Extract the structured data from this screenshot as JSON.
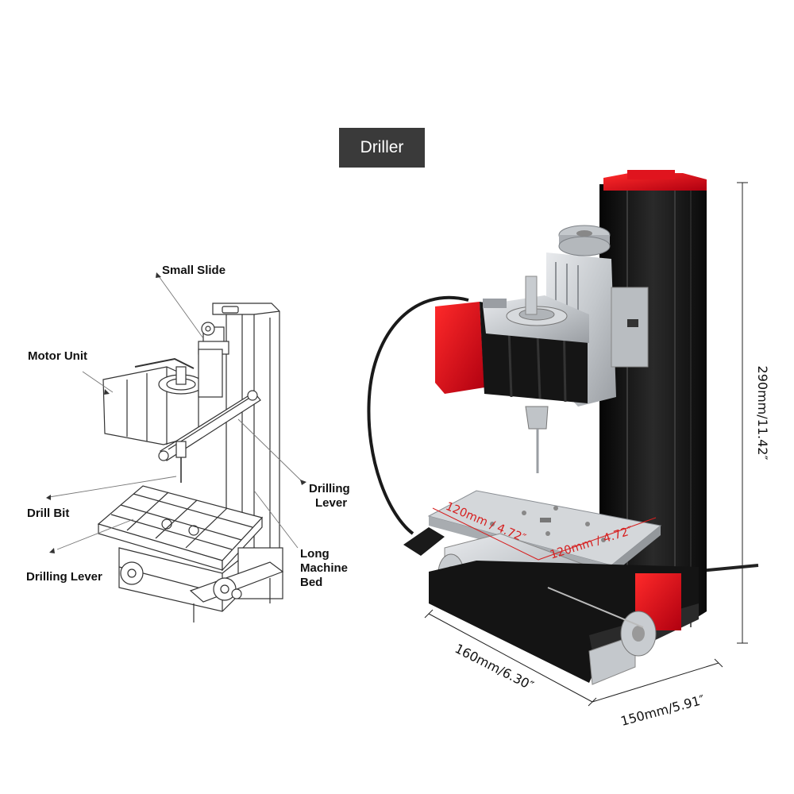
{
  "header": {
    "title": "Driller"
  },
  "diagram": {
    "callouts": {
      "small_slide": "Small Slide",
      "motor_unit": "Motor Unit",
      "drilling_lever_top_1": "Drilling",
      "drilling_lever_top_2": "Lever",
      "drill_bit": "Drill Bit",
      "long_machine_bed_1": "Long",
      "long_machine_bed_2": "Machine",
      "long_machine_bed_3": "Bed",
      "drilling_lever_bottom": "Drilling Lever"
    }
  },
  "photo": {
    "dimensions": {
      "height": "290mm/11.42″",
      "depth": "160mm/6.30″",
      "width": "150mm/5.91″",
      "table_width": "120mm / 4.72″",
      "table_depth": "120mm / 4.72″"
    },
    "colors": {
      "accent_red": "#d8101a",
      "frame_black": "#111111",
      "aluminum": "#c8ccd0"
    }
  }
}
